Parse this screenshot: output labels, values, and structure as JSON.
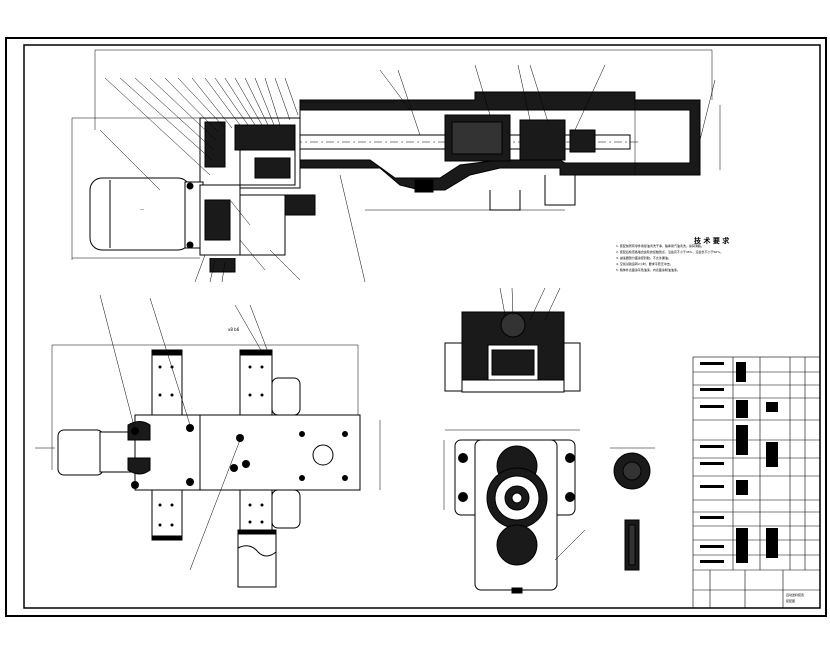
{
  "drawing": {
    "views": [
      "front-section",
      "plan-view",
      "side-section",
      "end-view",
      "detail-gear",
      "detail-shaft"
    ]
  },
  "labels": {
    "dim_top": "—",
    "dim_plan": "x8 b6"
  },
  "notes": {
    "title": "技 术 要 求",
    "lines": [
      "1. 装配前所有零件用煤油清洗干净，轴承用汽油清洗，涂润滑脂。",
      "2. 装配后检查各啮合齿轮的接触斑点，沿齿高不小于45%，沿齿长不小于60%。",
      "3. 减速器剖分面涂密封胶，不允许漏油。",
      "4. 空载试验运转2小时，要求平稳无冲击。",
      "5. 箱体外表面涂灰色油漆，内表面涂耐油油漆。"
    ]
  },
  "title_block": {
    "name": "自动送料装置",
    "drawing_no": "装配图"
  }
}
